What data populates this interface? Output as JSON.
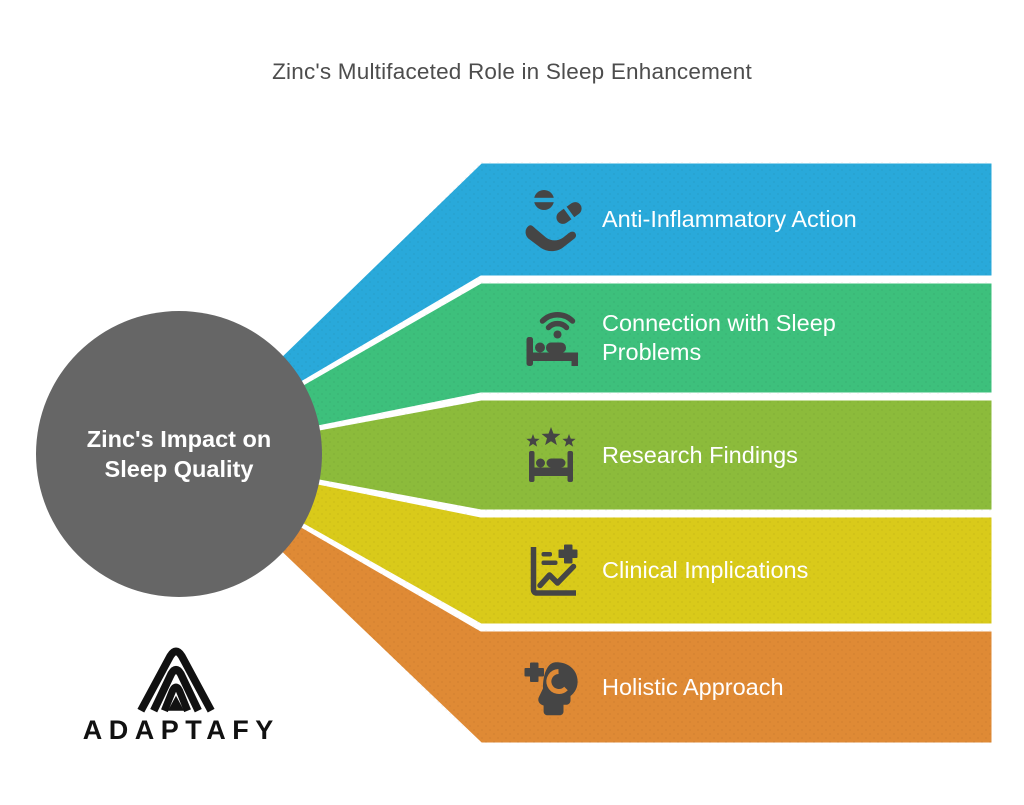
{
  "title": "Zinc's Multifaceted Role in Sleep Enhancement",
  "center_circle": {
    "label": "Zinc's Impact on Sleep Quality",
    "color": "#666666",
    "text_color": "#FFFFFF"
  },
  "bands": [
    {
      "label": "Anti-Inflammatory Action",
      "color": "#29A9DA",
      "icon": "hand-holding-pills-icon"
    },
    {
      "label": "Connection with Sleep Problems",
      "color": "#3DC07C",
      "icon": "bed-wifi-icon"
    },
    {
      "label": "Research Findings",
      "color": "#8CBB3B",
      "icon": "bed-stars-icon"
    },
    {
      "label": "Clinical Implications",
      "color": "#D9CA1A",
      "icon": "chart-plus-icon"
    },
    {
      "label": "Holistic Approach",
      "color": "#DF8A35",
      "icon": "head-plus-icon"
    }
  ],
  "logo": {
    "brand": "ADAPTAFY",
    "color": "#111111"
  },
  "styles": {
    "title_color": "#4D4D4D",
    "band_text_color": "#FFFFFF",
    "icon_color": "#454545",
    "background": "#FFFFFF"
  }
}
